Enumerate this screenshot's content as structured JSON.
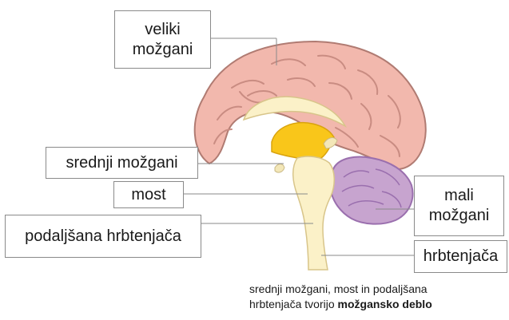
{
  "labels": {
    "cerebrum_line1": "veliki",
    "cerebrum_line2": "možgani",
    "midbrain": "srednji možgani",
    "pons": "most",
    "medulla": "podaljšana hrbtenjača",
    "cerebellum_line1": "mali",
    "cerebellum_line2": "možgani",
    "spinal_cord": "hrbtenjača"
  },
  "caption": {
    "line1": "srednji možgani, most in podaljšana",
    "line2_prefix": "hrbtenjača tvorijo ",
    "line2_bold": "možgansko deblo"
  },
  "colors": {
    "cerebrum_fill": "#f2b8ad",
    "cerebrum_outline": "#b07b72",
    "brainstem_fill": "#fbf1c8",
    "midbrain_fill": "#f9c61a",
    "cerebellum_fill": "#c7a4cf",
    "cerebellum_dark": "#9a6fae",
    "leader_line": "#8a8a8a"
  }
}
